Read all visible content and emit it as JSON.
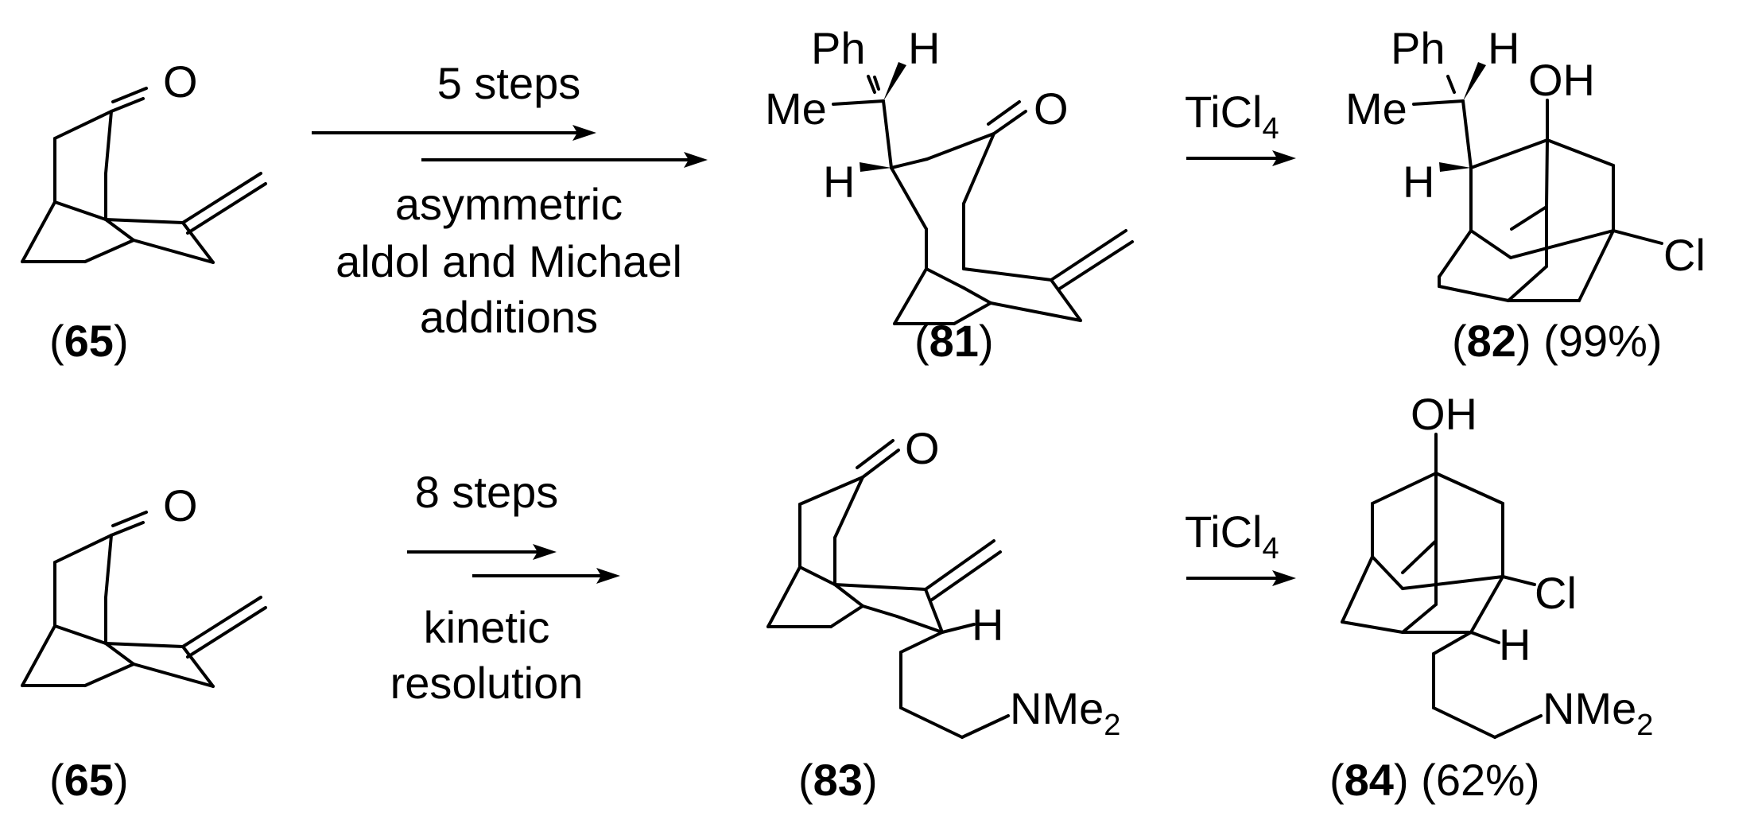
{
  "reactions": [
    {
      "name": "row-1",
      "start": {
        "number": "65"
      },
      "conditions_above": "5 steps",
      "conditions_below": [
        "asymmetric",
        "aldol and Michael",
        "additions"
      ],
      "intermediate": {
        "number": "81"
      },
      "reagent": {
        "base": "TiCl",
        "subscript": "4"
      },
      "product": {
        "number": "82",
        "yield": "(99%)"
      }
    },
    {
      "name": "row-2",
      "start": {
        "number": "65"
      },
      "conditions_above": "8 steps",
      "conditions_below": [
        "kinetic",
        "resolution"
      ],
      "intermediate": {
        "number": "83"
      },
      "reagent": {
        "base": "TiCl",
        "subscript": "4"
      },
      "product": {
        "number": "84",
        "yield": "(62%)"
      }
    }
  ],
  "atoms": {
    "o": "O",
    "oh": "OH",
    "h": "H",
    "ph": "Ph",
    "me": "Me",
    "cl": "Cl",
    "nme": "NMe",
    "nme_sub": "2"
  }
}
